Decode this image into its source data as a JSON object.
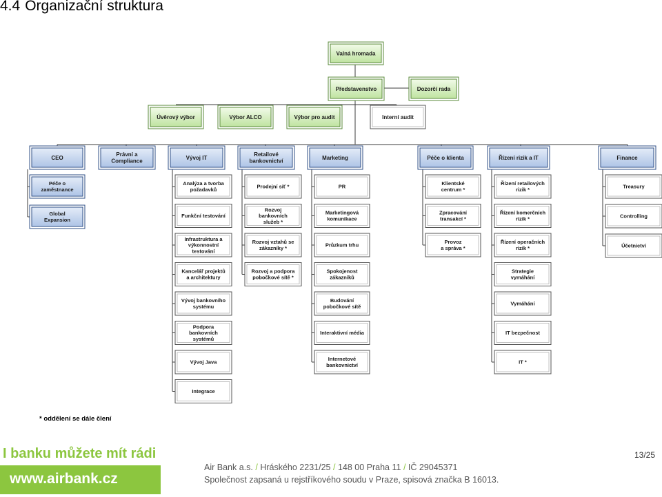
{
  "heading": {
    "number": "4.4",
    "title": "Organizační struktura"
  },
  "colors": {
    "box_fill_top": "#e8f5dc",
    "box_fill": "#cfe9b7",
    "box_border": "#5a8a3a",
    "blue_fill": "#c5d6ee",
    "blue_border": "#2f4f86",
    "white_border": "#555555",
    "green_brand": "#8cc63f",
    "connector": "#3b3b3b"
  },
  "org": {
    "valna_hromada": "Valná hromada",
    "predstavenstvo": "Představenstvo",
    "dozorci_rada": "Dozorčí rada",
    "committees": [
      "Úvěrový výbor",
      "Výbor ALCO",
      "Výbor pro audit"
    ],
    "interni_audit": "Interní audit",
    "departments": {
      "ceo": "CEO",
      "pravni": [
        "Právní a",
        "Compliance"
      ],
      "vyvoj_it": "Vývoj IT",
      "retailove": [
        "Retailové",
        "bankovnictví"
      ],
      "marketing": "Marketing",
      "pece_klienta": "Péče o klienta",
      "rizeni": "Řízení rizik a IT",
      "finance": "Finance"
    },
    "ceo_units": [
      [
        "Péče o",
        "zaměstnance"
      ],
      [
        "Global",
        "Expansion"
      ]
    ],
    "vyvoj_units": [
      [
        "Analýza a tvorba",
        "požadavků"
      ],
      [
        "Funkční testování"
      ],
      [
        "Infrastruktura a",
        "výkonnostní",
        "testování"
      ],
      [
        "Kancelář projektů",
        "a architektury"
      ],
      [
        "Vývoj bankovního",
        "systému"
      ],
      [
        "Podpora",
        "bankovních",
        "systémů"
      ],
      [
        "Vývoj Java"
      ],
      [
        "Integrace"
      ]
    ],
    "retail_units": [
      [
        "Prodejní síť *"
      ],
      [
        "Rozvoj",
        "bankovních",
        "služeb *"
      ],
      [
        "Rozvoj vztahů se",
        "zákazníky *"
      ],
      [
        "Rozvoj a podpora",
        "pobočkové sítě *"
      ]
    ],
    "marketing_units": [
      [
        "PR"
      ],
      [
        "Marketingová",
        "komunikace"
      ],
      [
        "Průzkum trhu"
      ],
      [
        "Spokojenost",
        "zákazníků"
      ],
      [
        "Budování",
        "pobočkové sítě"
      ],
      [
        "Interaktivní média"
      ],
      [
        "Internetové",
        "bankovnictví"
      ]
    ],
    "pece_units": [
      [
        "Klientské",
        "centrum *"
      ],
      [
        "Zpracování",
        "transakcí *"
      ],
      [
        "Provoz",
        "a správa *"
      ]
    ],
    "rizeni_units": [
      [
        "Řízení retailových",
        "rizik *"
      ],
      [
        "Řízení komerčních",
        "rizik *"
      ],
      [
        "Řízení operačních",
        "rizik *"
      ],
      [
        "Strategie",
        "vymáhání"
      ],
      [
        "Vymáhání"
      ],
      [
        "IT bezpečnost"
      ],
      [
        "IT *"
      ]
    ],
    "finance_units": [
      [
        "Treasury"
      ],
      [
        "Controlling"
      ],
      [
        "Účetnictví"
      ]
    ]
  },
  "footnote": "* oddělení se dále člení",
  "footer": {
    "slogan": "I banku můžete mít rádi",
    "url": "www.airbank.cz",
    "company": "Air Bank a.s.",
    "sep": "/",
    "street": "Hráského 2231/25",
    "city": "148 00 Praha 11",
    "ic": "IČ 29045371",
    "register": "Společnost zapsaná u rejstříkového soudu v Praze, spisová značka B 16013.",
    "page": "13/25"
  }
}
